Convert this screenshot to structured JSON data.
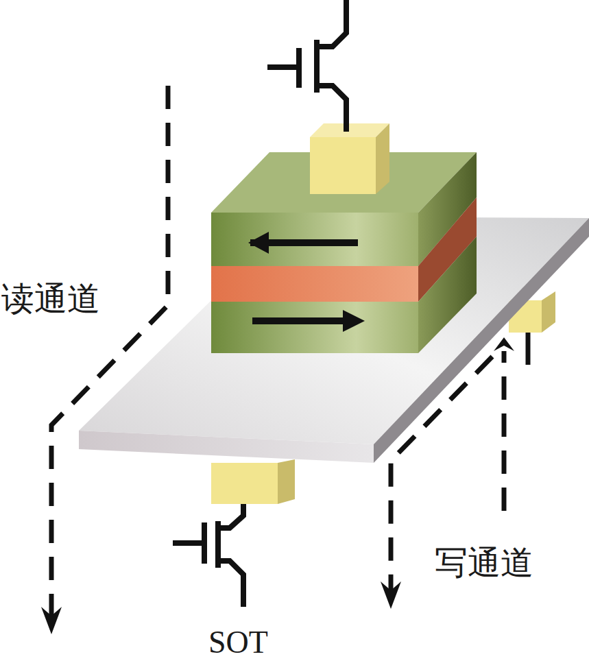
{
  "diagram": {
    "labels": [
      "读通道",
      "写通道",
      "SOT"
    ]
  }
}
